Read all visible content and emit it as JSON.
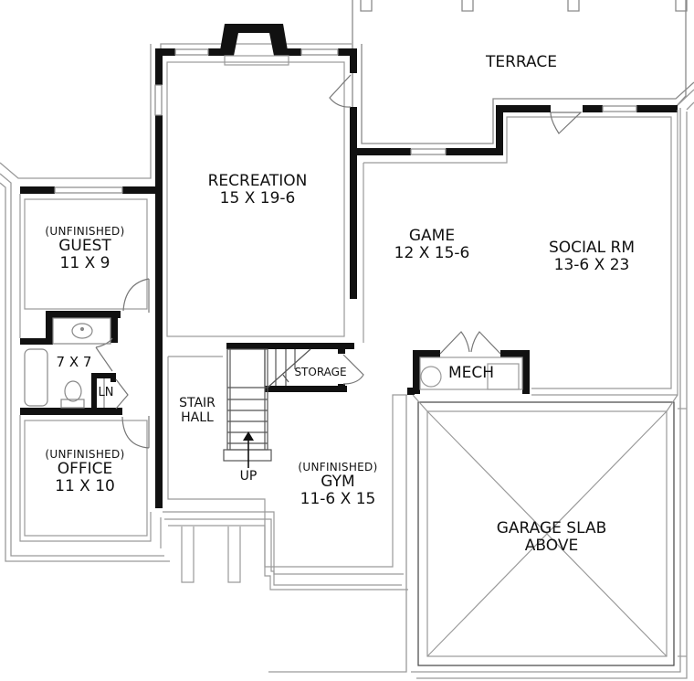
{
  "plan": {
    "type": "basement floor plan",
    "wall_color": "#111111",
    "outline_color": "#9a9a9a",
    "background": "#ffffff"
  },
  "rooms": {
    "terrace": {
      "name": "TERRACE"
    },
    "recreation": {
      "name": "RECREATION",
      "dim": "15 X 19-6"
    },
    "game": {
      "name": "GAME",
      "dim": "12 X 15-6"
    },
    "social": {
      "name": "SOCIAL RM",
      "dim": "13-6 X 23"
    },
    "guest": {
      "sub": "(UNFINISHED)",
      "name": "GUEST",
      "dim": "11 X 9"
    },
    "bath": {
      "dim": "7 X 7"
    },
    "linen": {
      "name": "LN"
    },
    "office": {
      "sub": "(UNFINISHED)",
      "name": "OFFICE",
      "dim": "11 X 10"
    },
    "stair_hall": {
      "line1": "STAIR",
      "line2": "HALL"
    },
    "stair": {
      "direction": "UP"
    },
    "storage": {
      "name": "STORAGE"
    },
    "gym": {
      "sub": "(UNFINISHED)",
      "name": "GYM",
      "dim": "11-6 X 15"
    },
    "mech": {
      "name": "MECH"
    },
    "garage": {
      "line1": "GARAGE SLAB",
      "line2": "ABOVE"
    }
  }
}
